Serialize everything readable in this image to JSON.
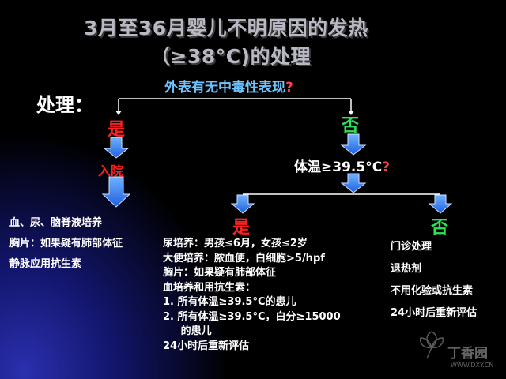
{
  "title": {
    "line1": "3月至36月婴儿不明原因的发热",
    "line2": "（≥38°C)的处理"
  },
  "section_label": "处理：",
  "root_question": {
    "text": "外表有无中毒性表现",
    "mark": "?"
  },
  "branch_yes": {
    "label": "是",
    "action": "入院",
    "items": [
      "血、尿、脑脊液培养",
      "胸片：如果疑有肺部体征",
      "静脉应用抗生素"
    ]
  },
  "branch_no": {
    "label": "否",
    "question": {
      "text": "体温≥39.5°C",
      "mark": "?"
    },
    "sub_yes": {
      "label": "是",
      "items": [
        "尿培养：男孩≤6月，女孩≤2岁",
        "大便培养：脓血便，白细胞>5/hpf",
        "胸片：如果疑有肺部体征",
        "血培养和用抗生素：",
        "1.  所有体温≥39.5°C的患儿",
        "2.  所有体温≥39.5°C，白分≥15000",
        "     的患儿",
        "24小时后重新评估"
      ]
    },
    "sub_no": {
      "label": "否",
      "items": [
        "门诊处理",
        "退热剂",
        "不用化验或抗生素",
        "24小时后重新评估"
      ]
    }
  },
  "watermark": {
    "name": "丁香园",
    "url": "WWW.DXY.CN"
  },
  "colors": {
    "arrow_fill": "#3c8cff",
    "yes": "#ff1f1f",
    "no": "#2fe05a",
    "question": "#6ec4ff"
  }
}
